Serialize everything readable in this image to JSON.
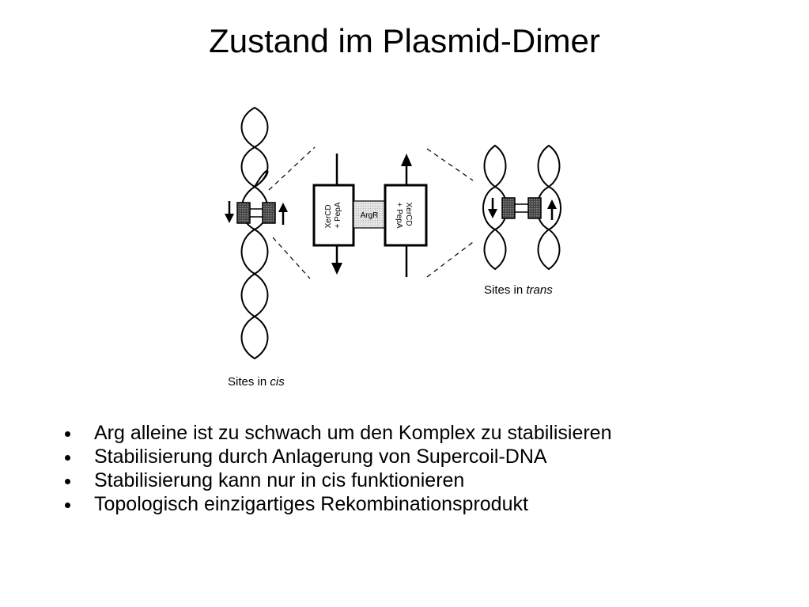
{
  "slide": {
    "title": "Zustand im Plasmid-Dimer"
  },
  "figure": {
    "cis_label_prefix": "Sites in ",
    "cis_label_italic": "cis",
    "trans_label_prefix": "Sites in ",
    "trans_label_italic": "trans",
    "complex_left_label_line1": "XerCD",
    "complex_left_label_line2": "+ PepA",
    "complex_right_label_line1": "XerCD",
    "complex_right_label_line2": "+ PepA",
    "center_label": "ArgR"
  },
  "bullets": [
    "Arg alleine ist zu schwach um den Komplex zu stabilisieren",
    "Stabilisierung durch Anlagerung von Supercoil-DNA",
    "Stabilisierung kann nur in cis funktionieren",
    "Topologisch einzigartiges Rekombinationsprodukt"
  ]
}
